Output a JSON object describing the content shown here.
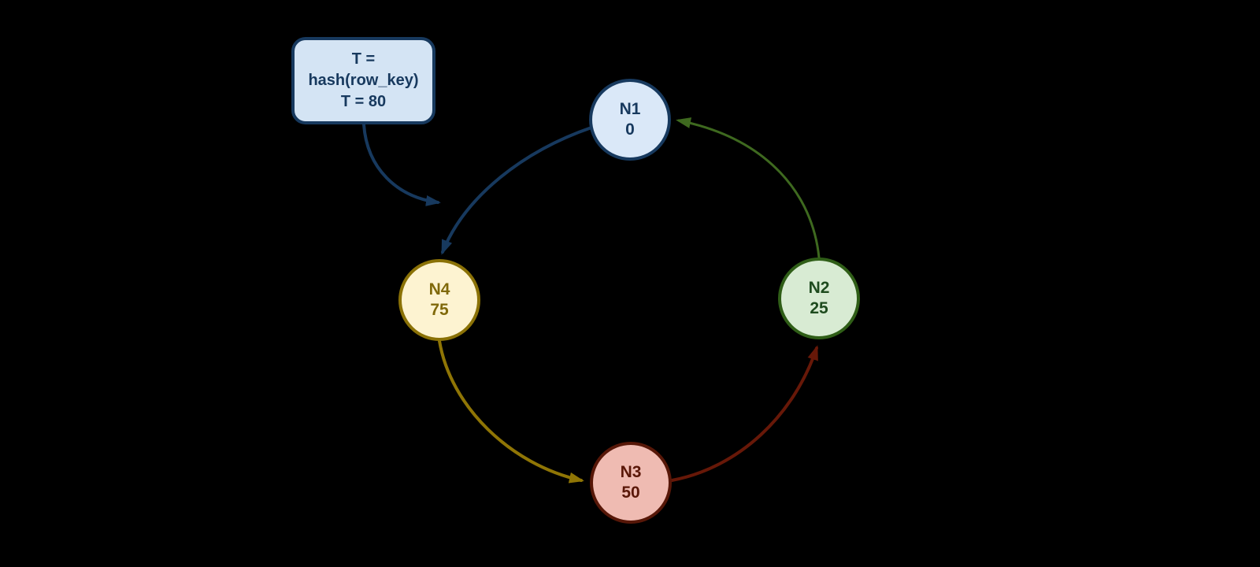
{
  "diagram": {
    "background": "#000000",
    "note": {
      "line1": "T = hash(row_key)",
      "line2": "T = 80",
      "fill": "#d4e4f4",
      "border": "#17395e",
      "text_color": "#17395e"
    },
    "nodes": [
      {
        "id": "N1",
        "label": "N1",
        "value": "0",
        "fill": "#dae8f8",
        "border": "#17395e",
        "text": "#17395e"
      },
      {
        "id": "N2",
        "label": "N2",
        "value": "25",
        "fill": "#d8ebd3",
        "border": "#2f5e17",
        "text": "#1e4b1e"
      },
      {
        "id": "N3",
        "label": "N3",
        "value": "50",
        "fill": "#efbbb2",
        "border": "#571708",
        "text": "#5a1708"
      },
      {
        "id": "N4",
        "label": "N4",
        "value": "75",
        "fill": "#fdf3d1",
        "border": "#8a7106",
        "text": "#80690a"
      }
    ],
    "edges": [
      {
        "from": "N1",
        "to": "N4",
        "color": "#17395e"
      },
      {
        "from": "N4",
        "to": "N3",
        "color": "#8f7505"
      },
      {
        "from": "N3",
        "to": "N2",
        "color": "#671808"
      },
      {
        "from": "N2",
        "to": "N1",
        "color": "#3e691f"
      },
      {
        "from": "note",
        "to": "ring",
        "color": "#17395e"
      }
    ]
  }
}
